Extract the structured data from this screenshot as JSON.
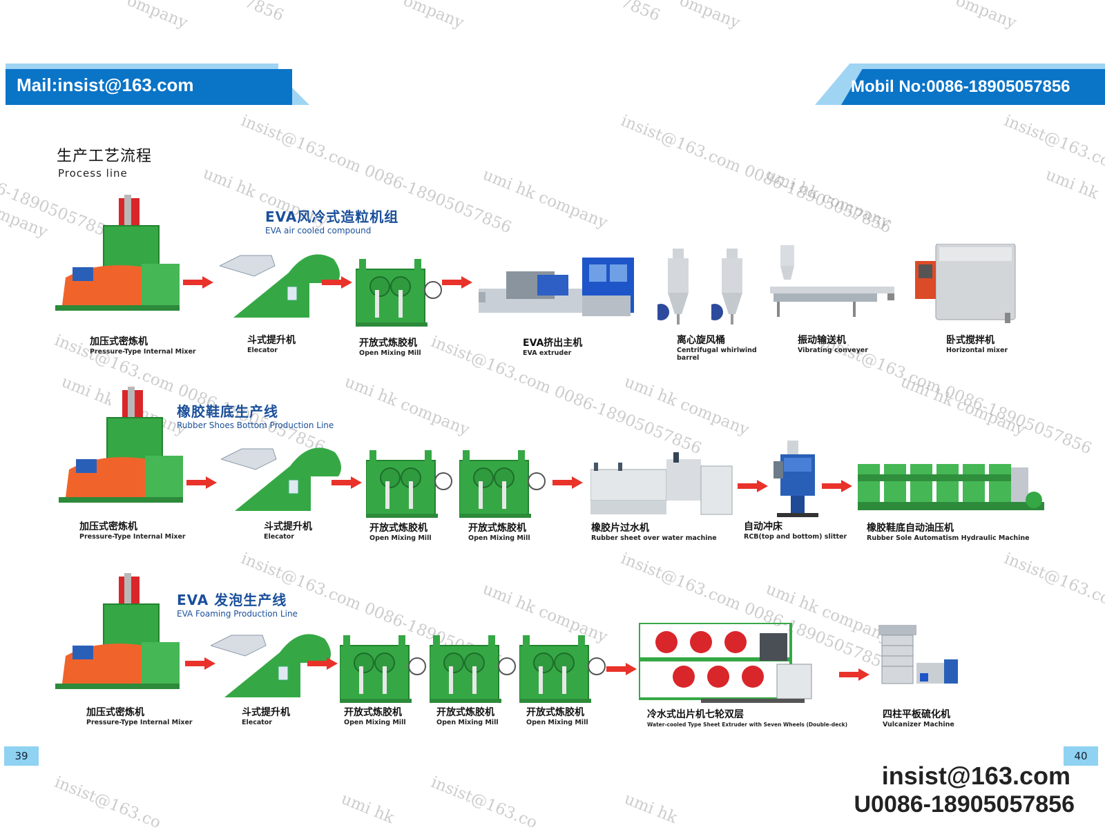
{
  "banners": {
    "mail": "Mail:insist@163.com",
    "mobile": "Mobil No:0086-18905057856"
  },
  "process": {
    "title_cn": "生产工艺流程",
    "title_en": "Process line"
  },
  "lines": [
    {
      "title_cn": "EVA风冷式造粒机组",
      "title_en": "EVA air cooled compound",
      "machines": [
        {
          "cn": "加压式密炼机",
          "en": "Pressure-Type Internal Mixer"
        },
        {
          "cn": "斗式提升机",
          "en": "Elecator"
        },
        {
          "cn": "开放式炼胶机",
          "en": "Open Mixing Mill"
        },
        {
          "cn": "EVA挤出主机",
          "en": "EVA extruder"
        },
        {
          "cn": "离心旋风桶",
          "en": "Centrifugal whirlwind",
          "en2": "barrel"
        },
        {
          "cn": "振动输送机",
          "en": "Vibrating conveyer"
        },
        {
          "cn": "卧式搅拌机",
          "en": "Horizontal mixer"
        }
      ]
    },
    {
      "title_cn": "橡胶鞋底生产线",
      "title_en": "Rubber Shoes Bottom Production Line",
      "machines": [
        {
          "cn": "加压式密炼机",
          "en": "Pressure-Type Internal Mixer"
        },
        {
          "cn": "斗式提升机",
          "en": "Elecator"
        },
        {
          "cn": "开放式炼胶机",
          "en": "Open Mixing Mill"
        },
        {
          "cn": "开放式炼胶机",
          "en": "Open Mixing Mill"
        },
        {
          "cn": "橡胶片过水机",
          "en": "Rubber sheet over water machine"
        },
        {
          "cn": "自动冲床",
          "en": "RCB(top and bottom) slitter"
        },
        {
          "cn": "橡胶鞋底自动油压机",
          "en": "Rubber Sole Automatism Hydraulic Machine"
        }
      ]
    },
    {
      "title_cn": "EVA 发泡生产线",
      "title_en": "EVA  Foaming Production Line",
      "machines": [
        {
          "cn": "加压式密炼机",
          "en": "Pressure-Type Internal Mixer"
        },
        {
          "cn": "斗式提升机",
          "en": "Elecator"
        },
        {
          "cn": "开放式炼胶机",
          "en": "Open Mixing Mill"
        },
        {
          "cn": "开放式炼胶机",
          "en": "Open Mixing Mill"
        },
        {
          "cn": "开放式炼胶机",
          "en": "Open Mixing Mill"
        },
        {
          "cn": "冷水式出片机七轮双层",
          "en": "Water-cooled Type Sheet Extruder with Seven Wheels (Double-deck)"
        },
        {
          "cn": "四柱平板硫化机",
          "en": "Vulcanizer Machine"
        }
      ]
    }
  ],
  "pages": {
    "left": "39",
    "right": "40"
  },
  "contact": {
    "email": "insist@163.com",
    "phone": "U0086-18905057856"
  },
  "watermarks": {
    "company": "umi hk company",
    "email_phone": "insist@163.com 0086-18905057856",
    "company_fragment": "ompany",
    "phone_fragment": "7856",
    "email_fragment": "insist@163.co",
    "umi_fragment": "umi hk",
    "phone_partial": "6-18905057856",
    "mpany_fragment": "mpany"
  },
  "colors": {
    "banner_blue": "#0a74c7",
    "banner_light": "#9fd4f3",
    "machine_green": "#35a845",
    "machine_orange": "#f0642c",
    "arrow_red": "#e8322a",
    "title_blue": "#1a4f9a"
  }
}
